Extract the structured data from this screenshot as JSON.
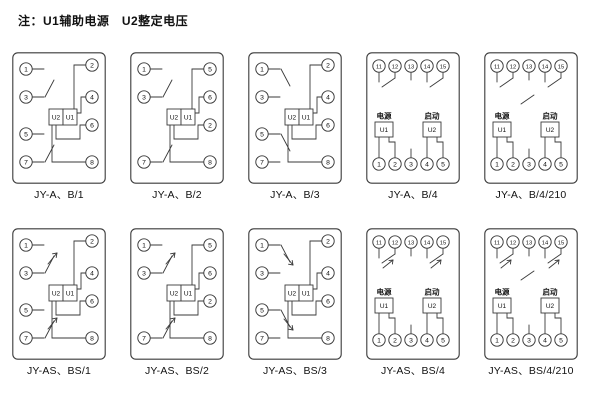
{
  "note": "注：U1辅助电源　U2整定电压",
  "colors": {
    "line": "#3a3a3a",
    "background": "#ffffff"
  },
  "panels": [
    {
      "label": "JY-A、B/1",
      "terminals": [
        "1",
        "3",
        "5",
        "7",
        "2",
        "4",
        "6",
        "8"
      ],
      "boxes": [
        "U2",
        "U1"
      ],
      "captions": []
    },
    {
      "label": "JY-A、B/2",
      "terminals": [
        "1",
        "3",
        "7",
        "5",
        "6",
        "2",
        "8"
      ],
      "boxes": [
        "U2",
        "U1"
      ],
      "captions": []
    },
    {
      "label": "JY-A、B/3",
      "terminals": [
        "1",
        "3",
        "5",
        "7",
        "2",
        "4",
        "6",
        "8"
      ],
      "boxes": [
        "U2",
        "U1"
      ],
      "captions": []
    },
    {
      "label": "JY-A、B/4",
      "terminals": [
        "11",
        "12",
        "13",
        "14",
        "15",
        "1",
        "2",
        "3",
        "4",
        "5"
      ],
      "boxes": [
        "U1",
        "U2"
      ],
      "captions": [
        "电源",
        "启动"
      ]
    },
    {
      "label": "JY-A、B/4/210",
      "terminals": [
        "11",
        "12",
        "13",
        "14",
        "15",
        "1",
        "2",
        "3",
        "4",
        "5"
      ],
      "boxes": [
        "U1",
        "U2"
      ],
      "captions": [
        "电源",
        "启动"
      ]
    },
    {
      "label": "JY-AS、BS/1",
      "terminals": [
        "1",
        "3",
        "5",
        "7",
        "2",
        "4",
        "6",
        "8"
      ],
      "boxes": [
        "U2",
        "U1"
      ],
      "captions": []
    },
    {
      "label": "JY-AS、BS/2",
      "terminals": [
        "1",
        "3",
        "7",
        "5",
        "6",
        "2",
        "8"
      ],
      "boxes": [
        "U2",
        "U1"
      ],
      "captions": []
    },
    {
      "label": "JY-AS、BS/3",
      "terminals": [
        "1",
        "3",
        "5",
        "7",
        "2",
        "4",
        "6",
        "8"
      ],
      "boxes": [
        "U2",
        "U1"
      ],
      "captions": []
    },
    {
      "label": "JY-AS、BS/4",
      "terminals": [
        "11",
        "12",
        "13",
        "14",
        "15",
        "1",
        "2",
        "3",
        "4",
        "5"
      ],
      "boxes": [
        "U1",
        "U2"
      ],
      "captions": [
        "电源",
        "启动"
      ]
    },
    {
      "label": "JY-AS、BS/4/210",
      "terminals": [
        "11",
        "12",
        "13",
        "14",
        "15",
        "1",
        "2",
        "3",
        "4",
        "5"
      ],
      "boxes": [
        "U1",
        "U2"
      ],
      "captions": [
        "电源",
        "启动"
      ]
    }
  ]
}
